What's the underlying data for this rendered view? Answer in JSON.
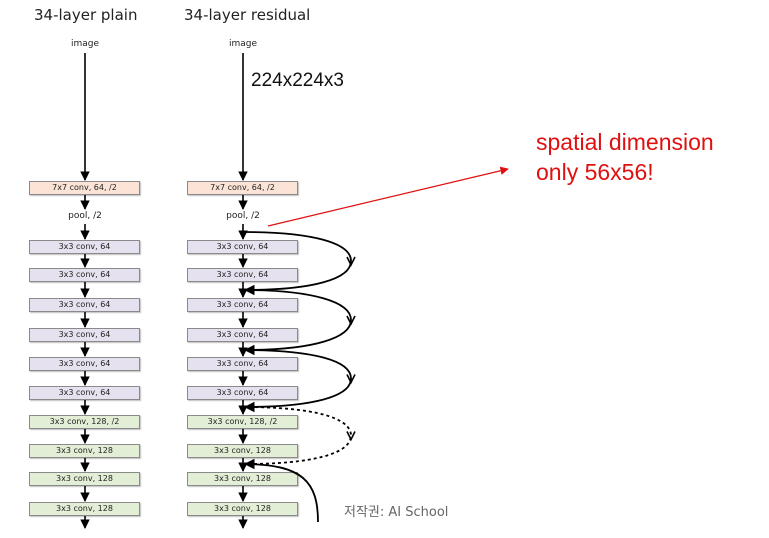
{
  "titles": {
    "plain": "34-layer plain",
    "residual": "34-layer residual"
  },
  "input_label": "image",
  "input_dimension": "224x224x3",
  "pool_label": "pool, /2",
  "layers": [
    {
      "label": "7x7 conv, 64, /2",
      "color": "#fbe4d5"
    },
    {
      "label": "3x3 conv, 64",
      "color": "#e6e1ee"
    },
    {
      "label": "3x3 conv, 64",
      "color": "#e6e1ee"
    },
    {
      "label": "3x3 conv, 64",
      "color": "#e6e1ee"
    },
    {
      "label": "3x3 conv, 64",
      "color": "#e6e1ee"
    },
    {
      "label": "3x3 conv, 64",
      "color": "#e6e1ee"
    },
    {
      "label": "3x3 conv, 64",
      "color": "#e6e1ee"
    },
    {
      "label": "3x3 conv, 128, /2",
      "color": "#e2eed5"
    },
    {
      "label": "3x3 conv, 128",
      "color": "#e2eed5"
    },
    {
      "label": "3x3 conv, 128",
      "color": "#e2eed5"
    },
    {
      "label": "3x3 conv, 128",
      "color": "#e2eed5"
    }
  ],
  "annotation": {
    "line1": "spatial dimension",
    "line2": "only 56x56!",
    "color": "#e01010"
  },
  "credit": "저작권: AI School"
}
